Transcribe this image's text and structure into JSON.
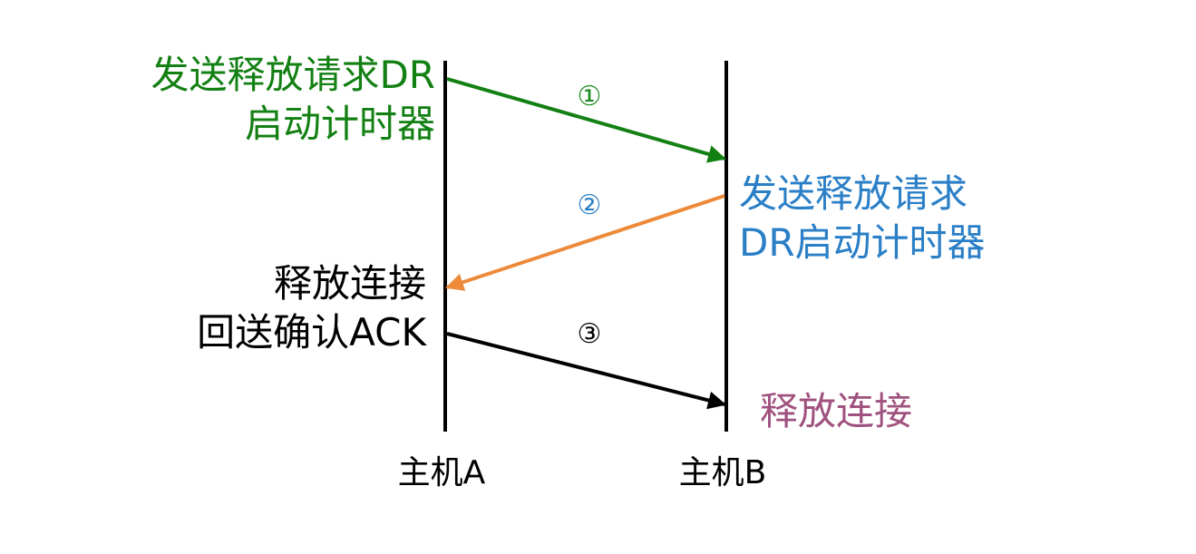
{
  "hosts": {
    "a": {
      "label": "主机A"
    },
    "b": {
      "label": "主机B"
    }
  },
  "steps": [
    {
      "number": "①",
      "color": "#1a8a1a"
    },
    {
      "number": "②",
      "color": "#2a7fc7"
    },
    {
      "number": "③",
      "color": "#000000"
    }
  ],
  "arrows": [
    {
      "id": "dr-a-to-b",
      "color": "#138013"
    },
    {
      "id": "dr-b-to-a",
      "color": "#ed8a3a"
    },
    {
      "id": "ack-a-to-b",
      "color": "#000000"
    }
  ],
  "annotations": {
    "a_send_dr": {
      "line1": "发送释放请求DR",
      "line2": "启动计时器",
      "color": "#138013"
    },
    "b_send_dr": {
      "line1": "发送释放请求",
      "line2": "DR启动计时器",
      "color": "#2a7fc7"
    },
    "a_release": {
      "line1": "释放连接",
      "line2": "回送确认ACK",
      "color": "#000000"
    },
    "b_release": {
      "line1": "释放连接",
      "color": "#a0527f"
    }
  }
}
